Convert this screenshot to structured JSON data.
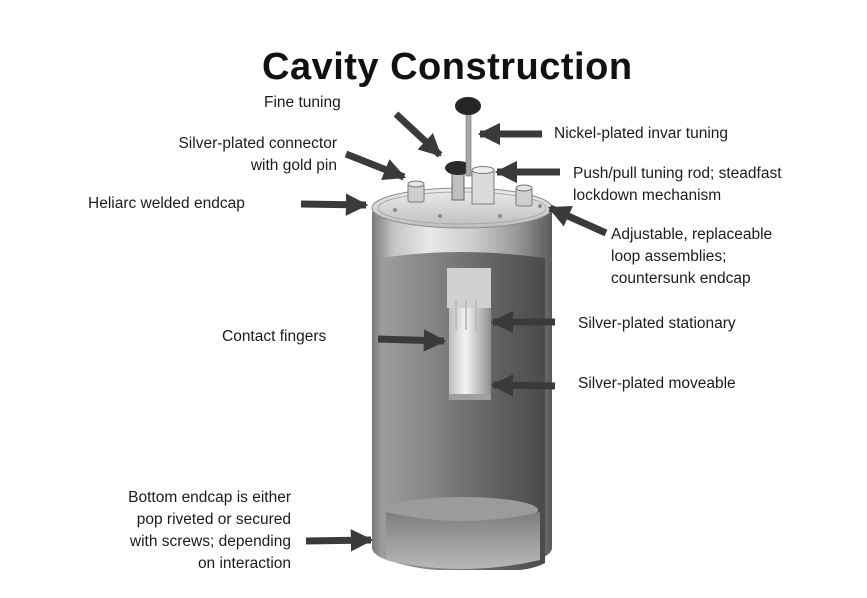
{
  "title": "Cavity Construction",
  "labels": {
    "fine_tuning": "Fine tuning",
    "connector_1": "Silver-plated connector",
    "connector_2": "with gold pin",
    "heliarc": "Heliarc welded endcap",
    "nickel": "Nickel-plated invar tuning",
    "push_pull_1": "Push/pull tuning rod; steadfast",
    "push_pull_2": "lockdown mechanism",
    "loop_1": "Adjustable, replaceable",
    "loop_2": "loop assemblies;",
    "loop_3": "countersunk endcap",
    "contact": "Contact fingers",
    "stationary": "Silver-plated stationary",
    "moveable": "Silver-plated moveable",
    "bottom_1": "Bottom endcap is either",
    "bottom_2": "pop riveted or secured",
    "bottom_3": "with screws; depending",
    "bottom_4": "on interaction"
  },
  "colors": {
    "arrow": "#3a3a3a",
    "metal_light": "#e6e6e6",
    "metal_mid": "#a9a9a9",
    "metal_dark": "#5e5e5e",
    "interior": "#6f6f6f",
    "knob": "#2a2a2a"
  }
}
